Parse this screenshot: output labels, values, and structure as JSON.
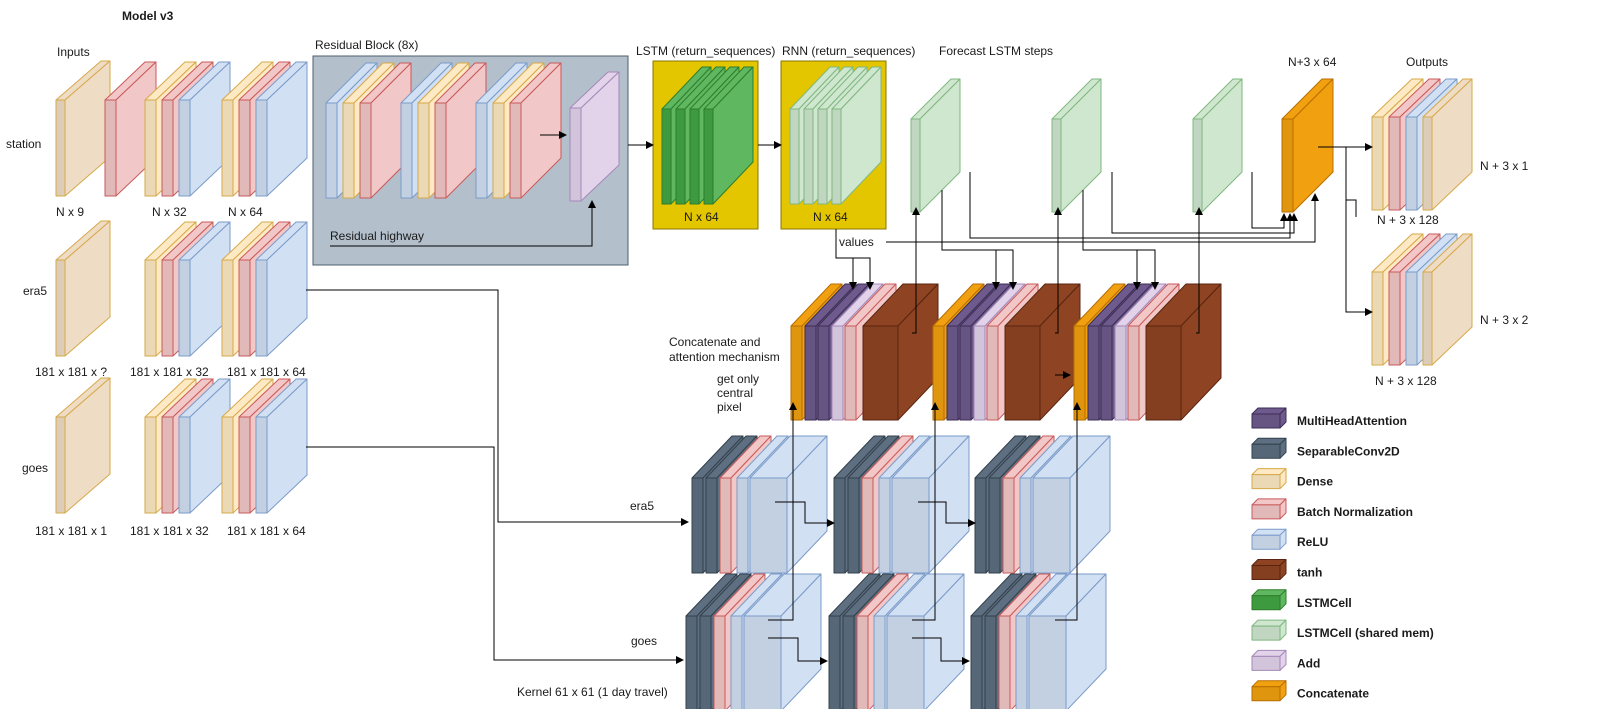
{
  "title": "Model v3",
  "section_labels": {
    "inputs": "Inputs",
    "residual_block": "Residual Block (8x)",
    "residual_highway": "Residual highway",
    "lstm": "LSTM (return_sequences)",
    "rnn": "RNN (return_sequences)",
    "forecast": "Forecast LSTM steps",
    "outputs": "Outputs",
    "values": "values",
    "concat_attention": "Concatenate and attention mechanism",
    "get_central": "get only central pixel",
    "era5_branch": "era5",
    "goes_branch": "goes",
    "kernel": "Kernel 61 x 61 (1 day travel)"
  },
  "row_labels": {
    "station": "station",
    "era5": "era5",
    "goes": "goes"
  },
  "shape_labels": {
    "station_in": "N x 9",
    "station_32": "N x 32",
    "station_64": "N x 64",
    "era5_in": "181 x 181 x ?",
    "era5_32": "181 x 181 x 32",
    "era5_64": "181 x 181 x 64",
    "goes_in": "181 x 181 x 1",
    "goes_32": "181 x 181 x 32",
    "goes_64": "181 x 181 x 64",
    "lstm_out": "N x 64",
    "rnn_out": "N x 64",
    "concat_out": "N+3 x 64",
    "out1_dense": "N + 3 x 128",
    "out1": "N + 3 x 1",
    "out2_dense": "N + 3 x 128",
    "out2": "N + 3 x 2"
  },
  "legend": [
    {
      "label": "MultiHeadAttention",
      "type": "mha"
    },
    {
      "label": "SeparableConv2D",
      "type": "sep"
    },
    {
      "label": "Dense",
      "type": "dense"
    },
    {
      "label": "Batch Normalization",
      "type": "bn"
    },
    {
      "label": "ReLU",
      "type": "relu"
    },
    {
      "label": "tanh",
      "type": "tanh"
    },
    {
      "label": "LSTMCell",
      "type": "lstm"
    },
    {
      "label": "LSTMCell (shared mem)",
      "type": "lstmshared"
    },
    {
      "label": "Add",
      "type": "add"
    },
    {
      "label": "Concatenate",
      "type": "concat"
    }
  ],
  "colors": {
    "input": [
      "#efdcc4",
      "#d6a94a"
    ],
    "dense": [
      "#fde9c4",
      "#d6a94a"
    ],
    "bn": [
      "#f2c7c7",
      "#c95a5a"
    ],
    "relu": [
      "#d2e0f3",
      "#7b9bc9"
    ],
    "mha": [
      "#6e5a8c",
      "#3c2e55"
    ],
    "sep": [
      "#5d6f80",
      "#33404d"
    ],
    "tanh": [
      "#8e4422",
      "#5a2410"
    ],
    "lstm": [
      "#5fb85f",
      "#2e7d2e"
    ],
    "lstmshared": [
      "#cfe6cf",
      "#7fb87f"
    ],
    "add": [
      "#e2d3ea",
      "#a489b8"
    ],
    "concat": [
      "#f1a00f",
      "#b86e00"
    ],
    "residual_bg": "#b3c0cc",
    "lstm_bg": "#e3c500"
  }
}
